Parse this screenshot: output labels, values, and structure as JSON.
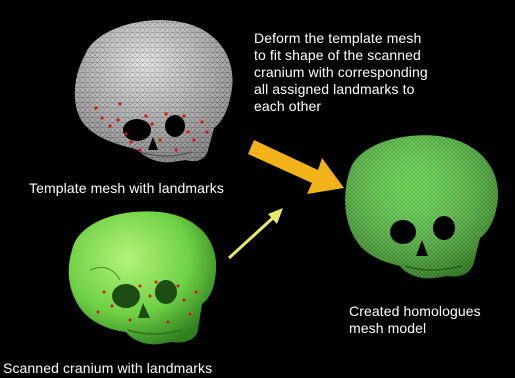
{
  "figure": {
    "template_label": "Template mesh with landmarks",
    "scanned_label": "Scanned cranium with landmarks",
    "deform_text": "Deform the template mesh\nto fit shape of the scanned\n cranium with corresponding\nall assigned landmarks to\neach other",
    "created_label": "Created homologues\nmesh model"
  },
  "colors": {
    "background": "#000000",
    "template_mesh": "#e8e8e8",
    "landmark": "#d01818",
    "scanned_cranium": "#7ee04a",
    "result_mesh": "#56d13c",
    "big_arrow": "#f2b31a",
    "thin_arrow": "#e9ea6a"
  },
  "icons": [
    "template-skull-mesh",
    "scanned-skull",
    "result-skull-mesh",
    "deform-arrow",
    "fit-arrow"
  ]
}
